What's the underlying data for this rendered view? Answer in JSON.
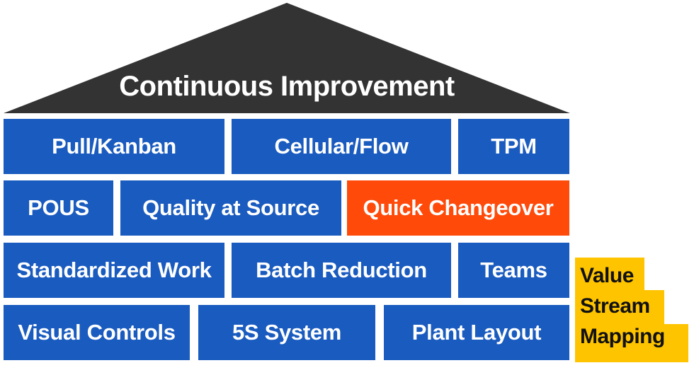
{
  "roof": {
    "title": "Continuous Improvement",
    "color": "#333333"
  },
  "colors": {
    "block": "#1a5bbf",
    "highlight": "#ff4a0a",
    "value_stream": "#ffc400"
  },
  "rows": [
    [
      "Pull/Kanban",
      "Cellular/Flow",
      "TPM"
    ],
    [
      "POUS",
      "Quality at Source",
      "Quick Changeover"
    ],
    [
      "Standardized Work",
      "Batch Reduction",
      "Teams"
    ],
    [
      "Visual Controls",
      "5S System",
      "Plant Layout"
    ]
  ],
  "highlighted_block": "Quick Changeover",
  "value_stream_mapping": {
    "lines": [
      "Value",
      "Stream",
      "Mapping"
    ]
  }
}
